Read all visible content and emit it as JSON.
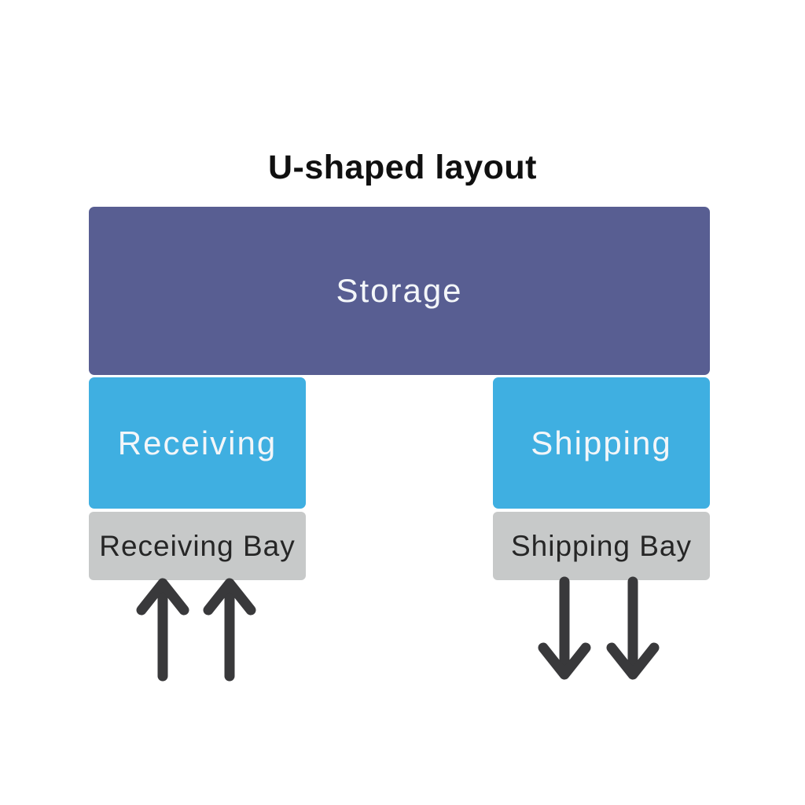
{
  "title": "U-shaped layout",
  "diagram": {
    "zones": {
      "storage": {
        "label": "Storage",
        "color": "#585E92",
        "text_color": "#F3F6F9"
      },
      "receiving": {
        "label": "Receiving",
        "color": "#3FAFE1",
        "text_color": "#F3F6F9"
      },
      "shipping": {
        "label": "Shipping",
        "color": "#3FAFE1",
        "text_color": "#F3F6F9"
      },
      "receiving_bay": {
        "label": "Receiving Bay",
        "color": "#C7C9C9",
        "text_color": "#262626"
      },
      "shipping_bay": {
        "label": "Shipping Bay",
        "color": "#C7C9C9",
        "text_color": "#262626"
      }
    },
    "flows": {
      "inbound": {
        "direction": "up",
        "arrow_count": 2,
        "color": "#39393B"
      },
      "outbound": {
        "direction": "down",
        "arrow_count": 2,
        "color": "#39393B"
      }
    }
  },
  "colors": {
    "background": "#FFFFFF",
    "title_text": "#101010"
  }
}
